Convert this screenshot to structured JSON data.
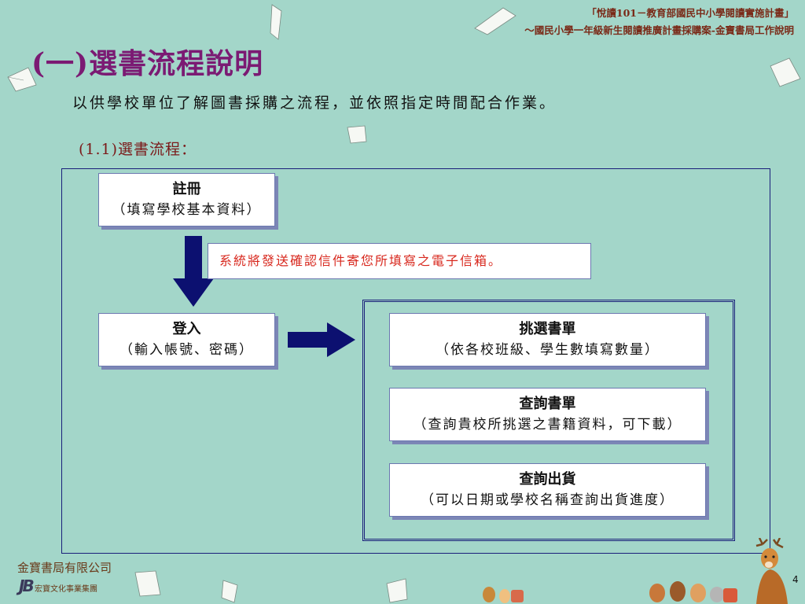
{
  "header": {
    "line1": "「悅讀101－教育部國民中小學閱讀實施計畫」",
    "line2": "～國民小學一年級新生閱讀推廣計畫採購案-金寶書局工作說明"
  },
  "slide": {
    "title": "(一)選書流程說明",
    "subtitle": "以供學校單位了解圖書採購之流程，並依照指定時間配合作業。",
    "section_label": "(1.1)選書流程："
  },
  "flow": {
    "register": {
      "title": "註冊",
      "subtitle": "（填寫學校基本資料）"
    },
    "notice": "系統將發送確認信件寄您所填寫之電子信箱。",
    "login": {
      "title": "登入",
      "subtitle": "（輸入帳號、密碼）"
    },
    "options": [
      {
        "title": "挑選書單",
        "subtitle": "（依各校班級、學生數填寫數量）"
      },
      {
        "title": "查詢書單",
        "subtitle": "（查詢貴校所挑選之書籍資料，可下載）"
      },
      {
        "title": "查詢出貨",
        "subtitle": "（可以日期或學校名稱查詢出貨進度）"
      }
    ]
  },
  "footer": {
    "company": "金寶書局有限公司",
    "logo_mark": "JB",
    "group": "宏寶文化事業集團",
    "page_number": "4"
  },
  "colors": {
    "background": "#a3d6c9",
    "title": "#7b1a73",
    "arrow": "#0c1070",
    "notice_text": "#d8281e"
  },
  "icons": [
    "paper-leaf-icon",
    "deer-illustration-icon",
    "animals-illustration-icon"
  ]
}
